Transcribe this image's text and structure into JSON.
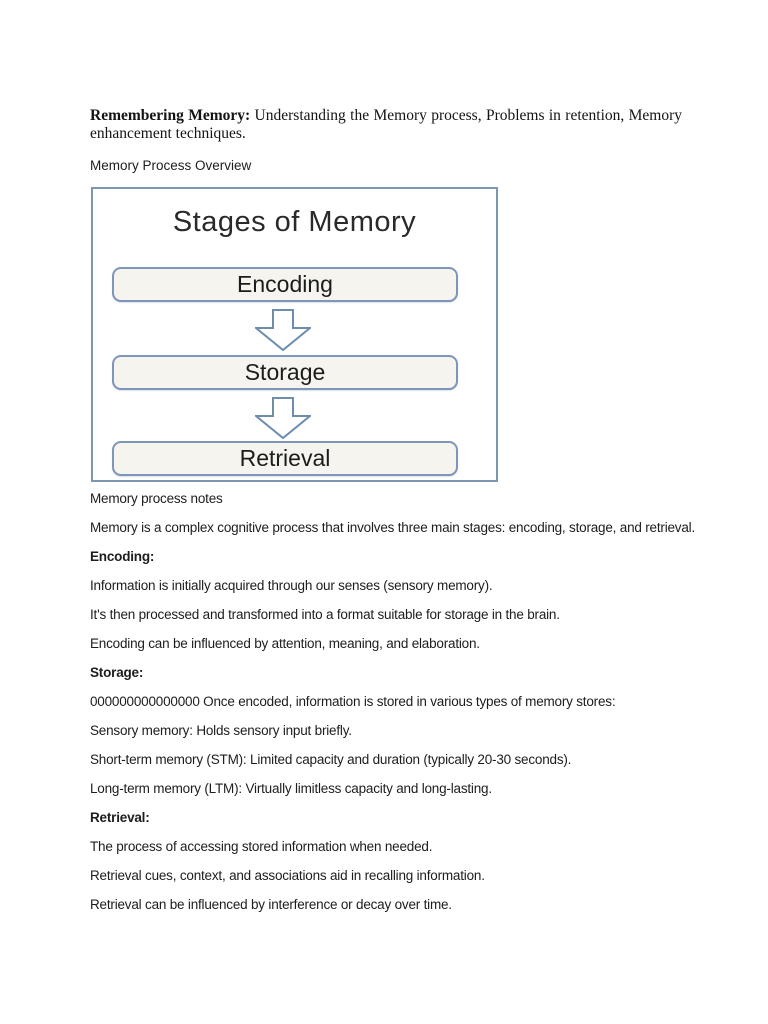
{
  "document": {
    "heading": {
      "bold": "Remembering Memory:",
      "rest": "Understanding the Memory process, Problems in retention, Memory enhancement techniques."
    },
    "overview_label": "Memory Process Overview",
    "diagram": {
      "title": "Stages of Memory",
      "stages": [
        {
          "label": "Encoding"
        },
        {
          "label": "Storage"
        },
        {
          "label": "Retrieval"
        }
      ]
    },
    "notes": [
      {
        "text": "Memory process notes"
      },
      {
        "text": "Memory is a complex cognitive process that involves three main stages: encoding, storage, and retrieval."
      },
      {
        "text": "Encoding:"
      },
      {
        "text": "Information is initially acquired through our senses (sensory memory)."
      },
      {
        "text": "It's then processed and transformed into a format suitable for storage in the brain."
      },
      {
        "text": "Encoding can be influenced by attention, meaning, and elaboration."
      },
      {
        "text": "Storage:"
      },
      {
        "text": "000000000000000 Once encoded, information is stored in various types of memory stores:"
      },
      {
        "text": "Sensory memory: Holds sensory input briefly."
      },
      {
        "text": "Short-term memory (STM): Limited capacity and duration (typically 20-30 seconds)."
      },
      {
        "text": "Long-term memory (LTM): Virtually limitless capacity and long-lasting."
      },
      {
        "text": "Retrieval:"
      },
      {
        "text": "The process of accessing stored information when needed."
      },
      {
        "text": "Retrieval cues, context, and associations aid in recalling information."
      },
      {
        "text": "Retrieval can be influenced by interference or decay over time."
      }
    ]
  },
  "colors": {
    "diagram_border": "#7d96ae",
    "stage_box_fill": "#f5f4ee",
    "stage_box_border": "#8095ba",
    "arrow_stroke": "#6d8cae"
  }
}
